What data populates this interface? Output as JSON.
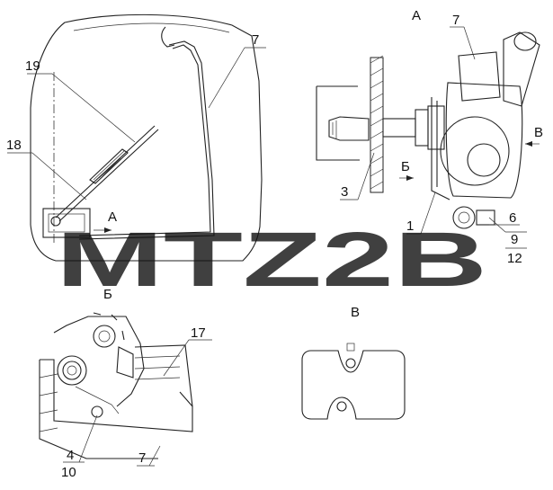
{
  "view_letters": {
    "view_a_title": "А",
    "view_b_title": "Б",
    "view_v_title": "В",
    "arrow_a_label": "А",
    "arrow_b_label": "Б",
    "arrow_v_label": "В"
  },
  "callouts": {
    "c19": "19",
    "c18": "18",
    "c7_main": "7",
    "c7_viewA": "7",
    "c3": "3",
    "c1": "1",
    "c6": "6",
    "c9": "9",
    "c12": "12",
    "c17": "17",
    "c4": "4",
    "c10": "10",
    "c7_viewB": "7"
  },
  "watermark": "MTZ2B",
  "colors": {
    "line": "#222222",
    "hatch": "#444444",
    "watermark": "#d0d0d0"
  }
}
